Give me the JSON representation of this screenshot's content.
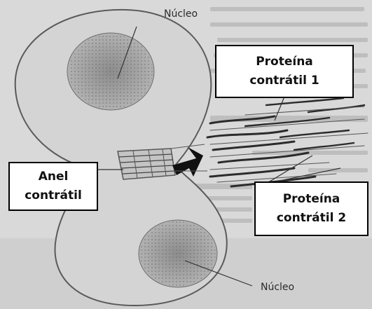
{
  "labels": {
    "nucleus_top": "Núcleo",
    "nucleus_bottom": "Núcleo",
    "protein1_line1": "Proteína",
    "protein1_line2": "contrátil 1",
    "protein2_line1": "Proteína",
    "protein2_line2": "contrátil 2",
    "ring_line1": "Anel",
    "ring_line2": "contrátil"
  },
  "colors": {
    "cell_fill": "#d6d6d6",
    "cell_outline": "#5a5a5a",
    "nucleus_fill": "#a0a0a0",
    "filament": "#2b2b2b",
    "label_border": "#000000",
    "label_background": "#ffffff"
  }
}
